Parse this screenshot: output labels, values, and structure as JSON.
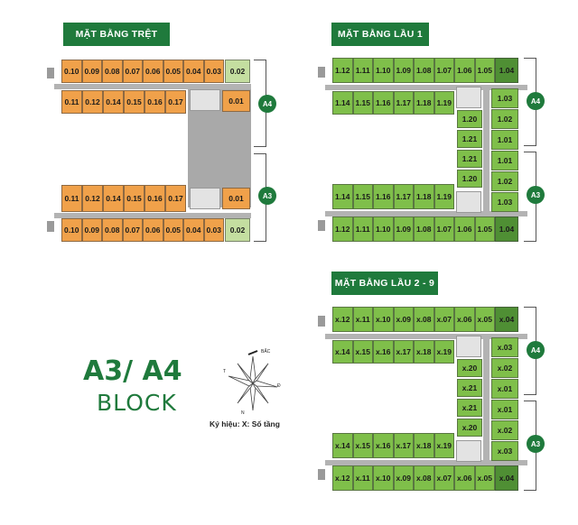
{
  "headers": {
    "ground": "MẶT BẰNG TRỆT",
    "floor1": "MẶT BẰNG LẦU 1",
    "floor2_9": "MẶT BẰNG LẦU 2 - 9"
  },
  "block": {
    "name": "A3/ A4",
    "subtitle": "BLOCK"
  },
  "legend": "Ký hiệu:   X: Số tầng",
  "compass": {
    "north": "BẮC",
    "east": "Đ",
    "west": "T",
    "south": "N"
  },
  "badges": {
    "a4": "A4",
    "a3": "A3"
  },
  "ground": {
    "topRow": [
      "0.10",
      "0.09",
      "0.08",
      "0.07",
      "0.06",
      "0.05",
      "0.04",
      "0.03",
      "0.02"
    ],
    "midTop": [
      "0.11",
      "0.12",
      "0.14",
      "0.15",
      "0.16",
      "0.17"
    ],
    "midTopEnd": "0.01",
    "midBot": [
      "0.11",
      "0.12",
      "0.14",
      "0.15",
      "0.16",
      "0.17"
    ],
    "midBotEnd": "0.01",
    "botRow": [
      "0.10",
      "0.09",
      "0.08",
      "0.07",
      "0.06",
      "0.05",
      "0.04",
      "0.03",
      "0.02"
    ]
  },
  "floor1": {
    "topRow": [
      "1.12",
      "1.11",
      "1.10",
      "1.09",
      "1.08",
      "1.07",
      "1.06",
      "1.05",
      "1.04"
    ],
    "upperIn": [
      "1.14",
      "1.15",
      "1.16",
      "1.17",
      "1.18",
      "1.19"
    ],
    "vertLeft": [
      "1.20",
      "1.21",
      "1.21",
      "1.20"
    ],
    "vertRight": [
      "1.03",
      "1.02",
      "1.01",
      "1.01",
      "1.02",
      "1.03"
    ],
    "lowerIn": [
      "1.14",
      "1.15",
      "1.16",
      "1.17",
      "1.18",
      "1.19"
    ],
    "botRow": [
      "1.12",
      "1.11",
      "1.10",
      "1.09",
      "1.08",
      "1.07",
      "1.06",
      "1.05",
      "1.04"
    ]
  },
  "floor2": {
    "topRow": [
      "x.12",
      "x.11",
      "x.10",
      "x.09",
      "x.08",
      "x.07",
      "x.06",
      "x.05",
      "x.04"
    ],
    "upperIn": [
      "x.14",
      "x.15",
      "x.16",
      "x.17",
      "x.18",
      "x.19"
    ],
    "vertLeft": [
      "x.20",
      "x.21",
      "x.21",
      "x.20"
    ],
    "vertRight": [
      "x.03",
      "x.02",
      "x.01",
      "x.01",
      "x.02",
      "x.03"
    ],
    "lowerIn": [
      "x.14",
      "x.15",
      "x.16",
      "x.17",
      "x.18",
      "x.19"
    ],
    "botRow": [
      "x.12",
      "x.11",
      "x.10",
      "x.09",
      "x.08",
      "x.07",
      "x.06",
      "x.05",
      "x.04"
    ]
  }
}
